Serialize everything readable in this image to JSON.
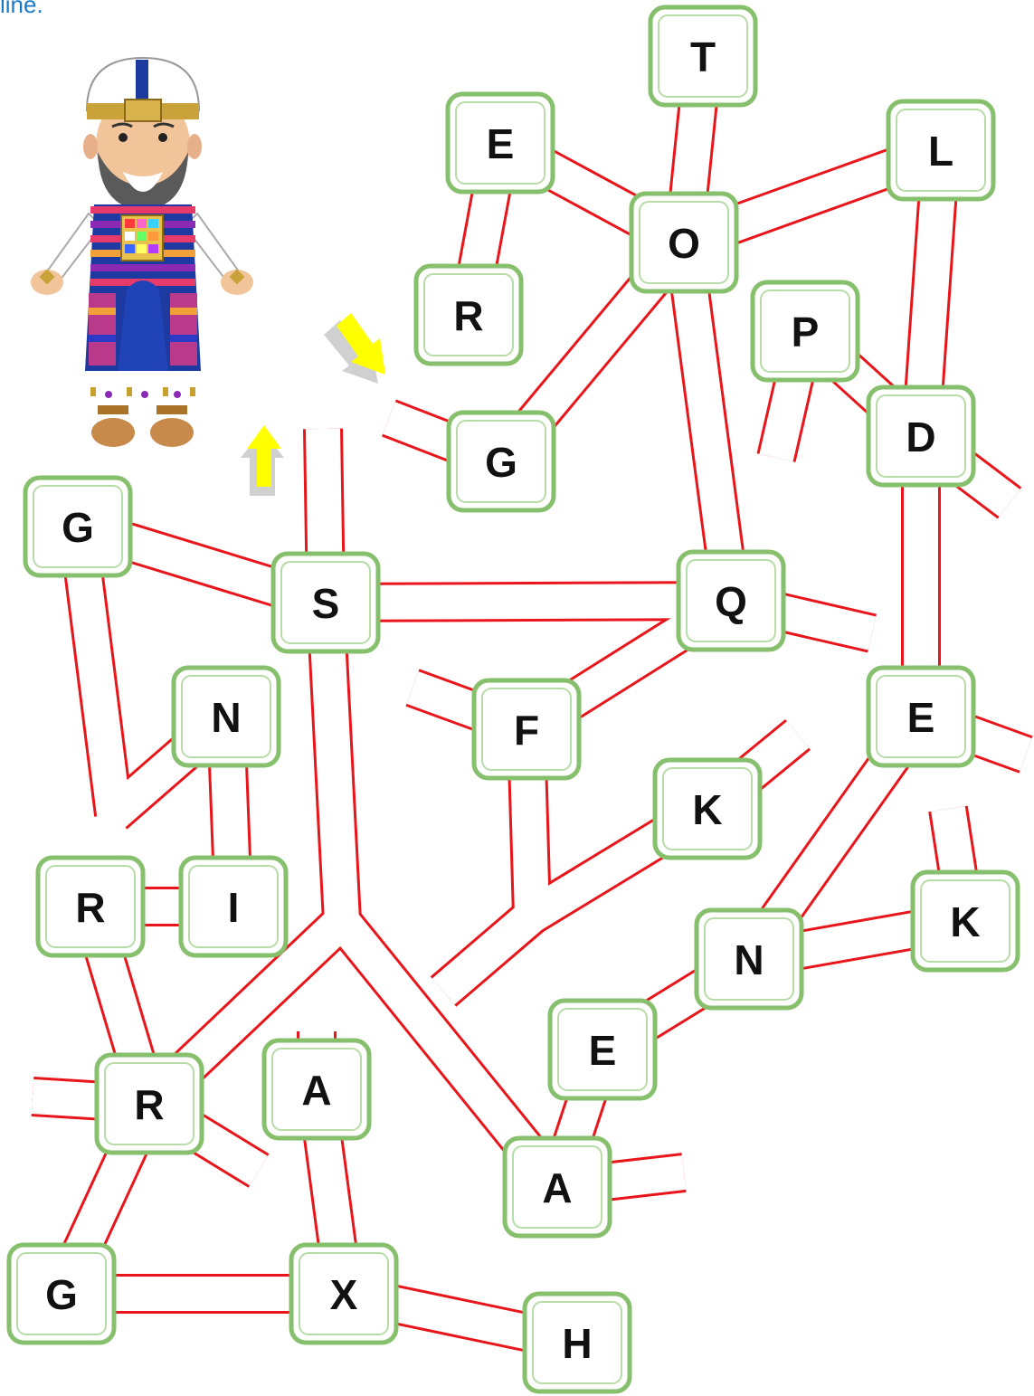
{
  "header": {
    "instruction_text": "line."
  },
  "colors": {
    "path_border": "#e8161b",
    "path_fill": "#ffffff",
    "tile_border": "#86c06c",
    "tile_inner": "#b9dba8",
    "arrow": "#ffff00",
    "arrow_shadow": "#bdbdbd"
  },
  "character": {
    "name": "high-priest"
  },
  "start_arrow": {
    "direction": "up"
  },
  "end_arrow": {
    "direction": "down-right"
  },
  "tiles": {
    "t_top": "T",
    "e_top": "E",
    "l_top": "L",
    "o_mid": "O",
    "r_top": "R",
    "p_mid": "P",
    "g_top": "G",
    "d_right": "D",
    "g_left": "G",
    "s_center": "S",
    "q_center": "Q",
    "n_left": "N",
    "f_center": "F",
    "e_right": "E",
    "k_center": "K",
    "r_left": "R",
    "i_left": "I",
    "k_right": "K",
    "n_right": "N",
    "e_lower": "E",
    "a_left": "A",
    "r_lower": "R",
    "a_center": "A",
    "g_bottom": "G",
    "x_bottom": "X",
    "h_bottom": "H"
  }
}
